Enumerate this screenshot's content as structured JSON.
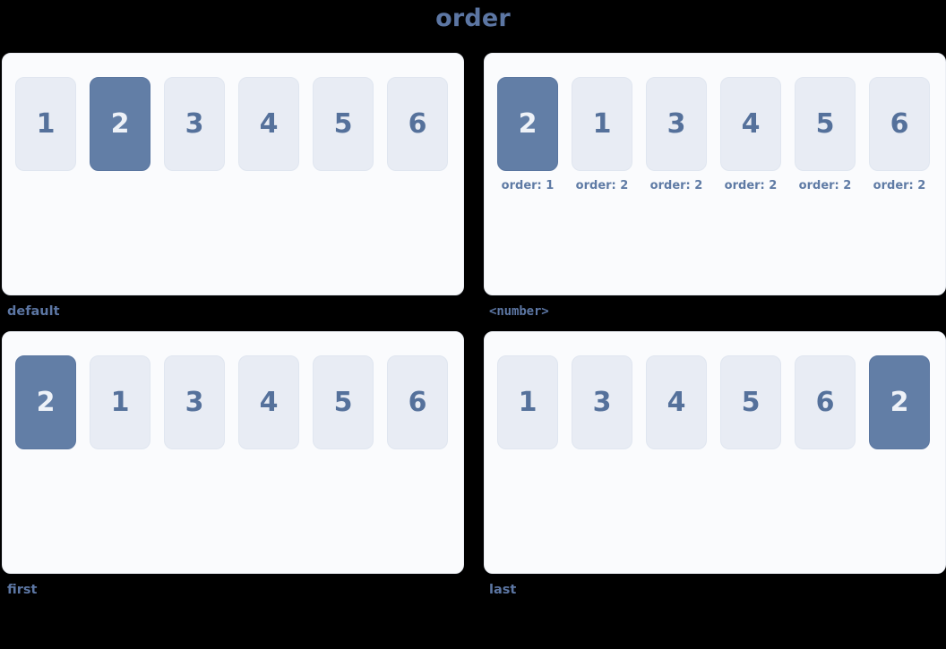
{
  "title": "order",
  "colors": {
    "background": "#000000",
    "panel_background": "#fafbfd",
    "card_default": "#e8ecf4",
    "card_highlight": "#627ea6",
    "text_accent": "#5c76a3",
    "card_text": "#55719b",
    "card_highlight_text": "#eef2f8"
  },
  "panels": [
    {
      "caption": "default",
      "caption_style": "text",
      "show_order_labels": false,
      "cards": [
        {
          "label": "1",
          "highlight": false,
          "order_label": ""
        },
        {
          "label": "2",
          "highlight": true,
          "order_label": ""
        },
        {
          "label": "3",
          "highlight": false,
          "order_label": ""
        },
        {
          "label": "4",
          "highlight": false,
          "order_label": ""
        },
        {
          "label": "5",
          "highlight": false,
          "order_label": ""
        },
        {
          "label": "6",
          "highlight": false,
          "order_label": ""
        }
      ]
    },
    {
      "caption": "<number>",
      "caption_style": "mono",
      "show_order_labels": true,
      "cards": [
        {
          "label": "2",
          "highlight": true,
          "order_label": "order: 1"
        },
        {
          "label": "1",
          "highlight": false,
          "order_label": "order: 2"
        },
        {
          "label": "3",
          "highlight": false,
          "order_label": "order: 2"
        },
        {
          "label": "4",
          "highlight": false,
          "order_label": "order: 2"
        },
        {
          "label": "5",
          "highlight": false,
          "order_label": "order: 2"
        },
        {
          "label": "6",
          "highlight": false,
          "order_label": "order: 2"
        }
      ]
    },
    {
      "caption": "first",
      "caption_style": "text",
      "show_order_labels": false,
      "cards": [
        {
          "label": "2",
          "highlight": true,
          "order_label": ""
        },
        {
          "label": "1",
          "highlight": false,
          "order_label": ""
        },
        {
          "label": "3",
          "highlight": false,
          "order_label": ""
        },
        {
          "label": "4",
          "highlight": false,
          "order_label": ""
        },
        {
          "label": "5",
          "highlight": false,
          "order_label": ""
        },
        {
          "label": "6",
          "highlight": false,
          "order_label": ""
        }
      ]
    },
    {
      "caption": "last",
      "caption_style": "text",
      "show_order_labels": false,
      "cards": [
        {
          "label": "1",
          "highlight": false,
          "order_label": ""
        },
        {
          "label": "3",
          "highlight": false,
          "order_label": ""
        },
        {
          "label": "4",
          "highlight": false,
          "order_label": ""
        },
        {
          "label": "5",
          "highlight": false,
          "order_label": ""
        },
        {
          "label": "6",
          "highlight": false,
          "order_label": ""
        },
        {
          "label": "2",
          "highlight": true,
          "order_label": ""
        }
      ]
    }
  ]
}
